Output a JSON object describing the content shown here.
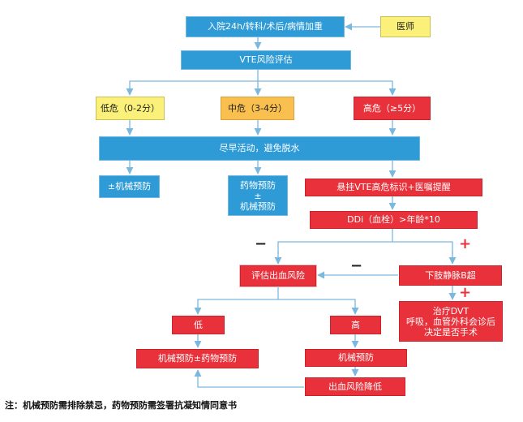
{
  "colors": {
    "blue": "#2e9bd6",
    "yellow": "#fbf07a",
    "orange": "#fac04f",
    "red": "#e8313a",
    "arrow": "#7ab8e0"
  },
  "nodes": {
    "admission": "入院24h/转科/术后/病情加重",
    "doctor": "医师",
    "vte_assessment": "VTE风险评估",
    "low_risk": "低危（0-2分）",
    "mid_risk": "中危（3-4分）",
    "high_risk": "高危（≥5分）",
    "early_activity": "尽早活动，避免脱水",
    "mech_optional": "±机械预防",
    "drug_mech": "药物预防\n±\n机械预防",
    "vte_flag": "悬挂VTE高危标识+医嘱提醒",
    "ddi": "DDi（血栓）>年龄*10",
    "bleeding_eval": "评估出血风险",
    "lower_ultrasound": "下肢静脉B超",
    "treat_dvt": "治疗DVT\n呼吸，血管外科会诊后\n决定是否手术",
    "low": "低",
    "high": "高",
    "mech_drug": "机械预防±药物预防",
    "mech_only": "机械预防",
    "bleeding_lower": "出血风险降低"
  },
  "signs": {
    "plus": "+",
    "minus": "−"
  },
  "footnote": "注：机械预防需排除禁忌，药物预防需签署抗凝知情同意书"
}
